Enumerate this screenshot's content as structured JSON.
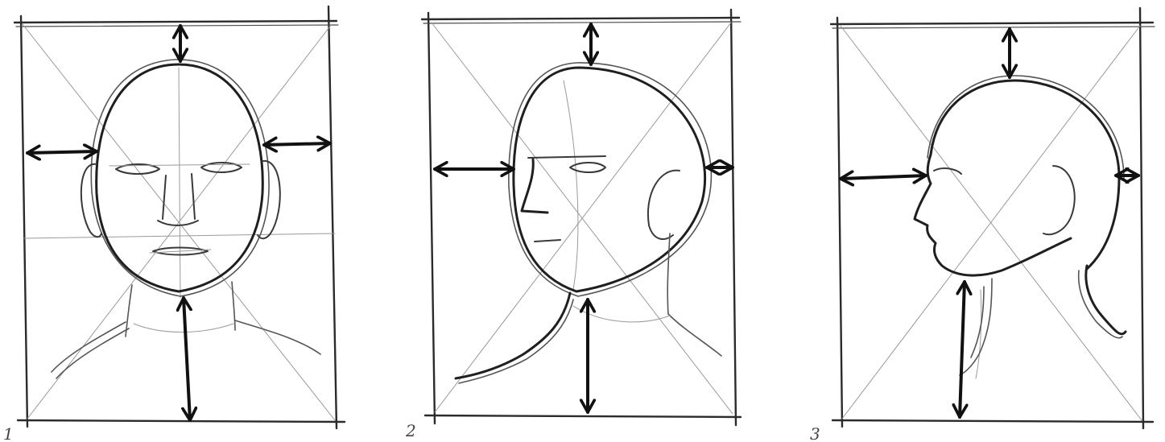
{
  "panels": [
    {
      "number": "1",
      "view": "front-view"
    },
    {
      "number": "2",
      "view": "three-quarter-view"
    },
    {
      "number": "3",
      "view": "profile-view"
    }
  ],
  "colors": {
    "ink": "#1f1f1f",
    "guide": "#9a9a9a",
    "paper": "#ffffff"
  }
}
